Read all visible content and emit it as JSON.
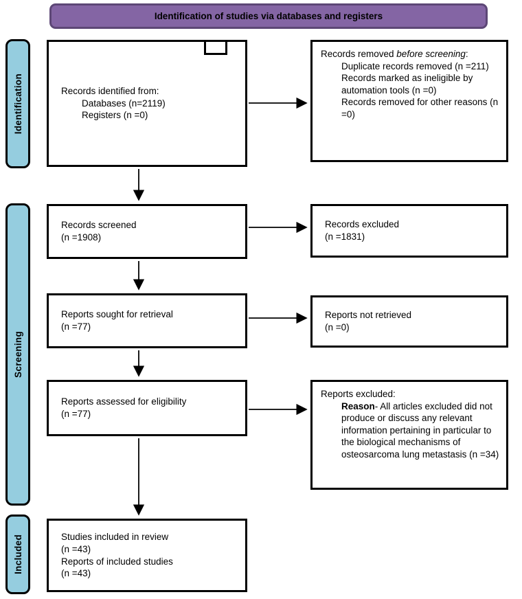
{
  "header": {
    "title": "Identification of studies via databases and registers"
  },
  "colors": {
    "header_fill": "#8465a4",
    "header_border": "#5d4776",
    "stage_fill": "#95cddf",
    "box_border": "#000000"
  },
  "stages": {
    "identification": "Identification",
    "screening": "Screening",
    "included": "Included"
  },
  "boxes": {
    "records_identified": {
      "line1": "Records identified from:",
      "line2": "Databases (n=2119)",
      "line3": "Registers (n =0)"
    },
    "records_removed": {
      "prefix": "Records removed ",
      "italic": "before screening",
      "suffix": ":",
      "item1": "Duplicate records removed (n =211)",
      "item2": "Records marked as ineligible by automation tools (n =0)",
      "item3": "Records removed for other reasons (n =0)"
    },
    "records_screened": {
      "line1": "Records screened",
      "line2": "(n =1908)"
    },
    "records_excluded": {
      "line1": "Records excluded",
      "line2": "(n =1831)"
    },
    "reports_sought": {
      "line1": "Reports sought for retrieval",
      "line2": "(n =77)"
    },
    "reports_not_retrieved": {
      "line1": "Reports not retrieved",
      "line2": "(n =0)"
    },
    "reports_assessed": {
      "line1": "Reports assessed for eligibility",
      "line2": "(n =77)"
    },
    "reports_excluded": {
      "line1": "Reports excluded:",
      "reason_bold": "Reason",
      "reason_text": "- All articles excluded did not produce or discuss any relevant information pertaining in particular to the biological mechanisms of osteosarcoma lung metastasis (n =34)"
    },
    "studies_included": {
      "line1": "Studies included in review",
      "line2": "(n =43)",
      "line3": "Reports of included studies",
      "line4": "(n =43)"
    }
  }
}
